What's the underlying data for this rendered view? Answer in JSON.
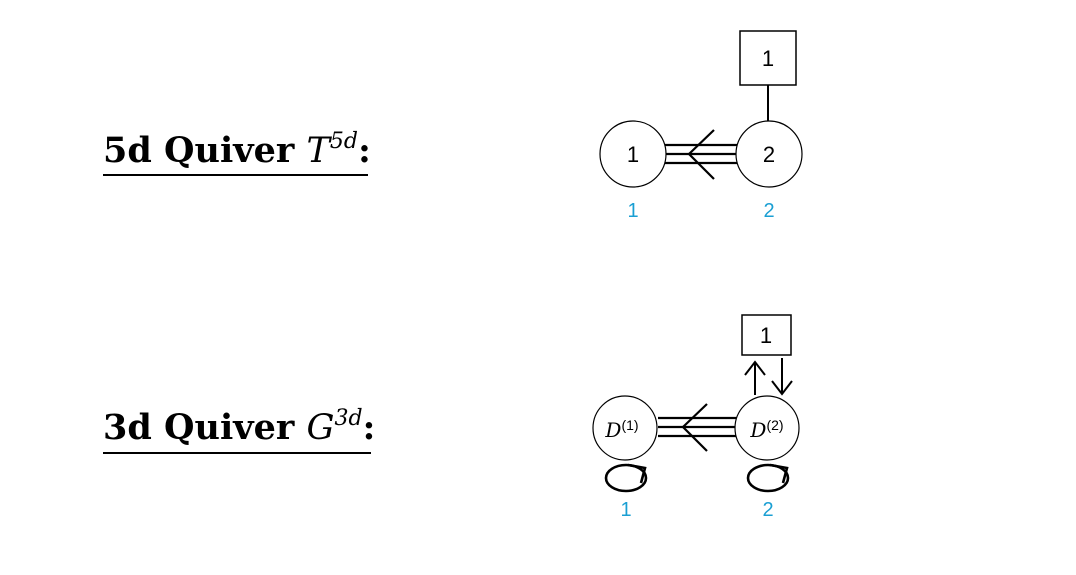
{
  "colors": {
    "ink": "#000000",
    "rank_label": "#1a9fd3"
  },
  "quiver_5d": {
    "title_prefix": "5d Quiver ",
    "symbol": "T",
    "superscript": "5d",
    "suffix": ":",
    "flavor_node": "1",
    "gauge_nodes": [
      "1",
      "2"
    ],
    "rank_labels": [
      "1",
      "2"
    ]
  },
  "quiver_3d": {
    "title_prefix": "3d Quiver ",
    "symbol": "G",
    "superscript": "3d",
    "suffix": ":",
    "flavor_node": "1",
    "gauge_nodes": [
      {
        "base": "D",
        "sup": "(1)"
      },
      {
        "base": "D",
        "sup": "(2)"
      }
    ],
    "rank_labels": [
      "1",
      "2"
    ]
  }
}
